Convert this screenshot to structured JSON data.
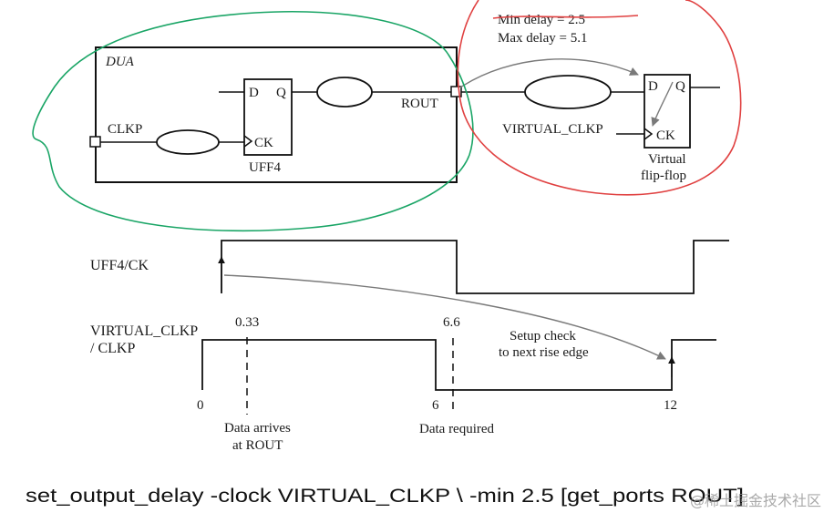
{
  "colors": {
    "ink": "#111111",
    "annotation_green": "#1aa566",
    "annotation_red": "#e04040",
    "arrow_gray": "#7a7a7a"
  },
  "schematic": {
    "dua_label": "DUA",
    "ports": {
      "clkp": "CLKP",
      "rout": "ROUT",
      "virtual_clkp": "VIRTUAL_CLKP"
    },
    "uff4": {
      "name": "UFF4",
      "d": "D",
      "q": "Q",
      "ck": "CK"
    },
    "virtual_ff": {
      "d": "D",
      "q": "Q",
      "ck": "CK",
      "caption_line1": "Virtual",
      "caption_line2": "flip-flop"
    },
    "delays": {
      "min": "Min delay = 2.5",
      "max": "Max delay = 5.1"
    }
  },
  "waveforms": {
    "uff4_ck_label": "UFF4/CK",
    "virtual_clkp_label_line1": "VIRTUAL_CLKP",
    "virtual_clkp_label_line2": "/ CLKP",
    "time_labels": {
      "t0": "0",
      "t033": "0.33",
      "t6": "6",
      "t66": "6.6",
      "t12": "12"
    },
    "setup_check_line1": "Setup check",
    "setup_check_line2": "to next rise edge",
    "data_arrives_line1": "Data arrives",
    "data_arrives_line2": "at ROUT",
    "data_required": "Data required"
  },
  "command": "set_output_delay -clock VIRTUAL_CLKP \\ -min 2.5 [get_ports ROUT]",
  "watermark": "@稀土掘金技术社区"
}
